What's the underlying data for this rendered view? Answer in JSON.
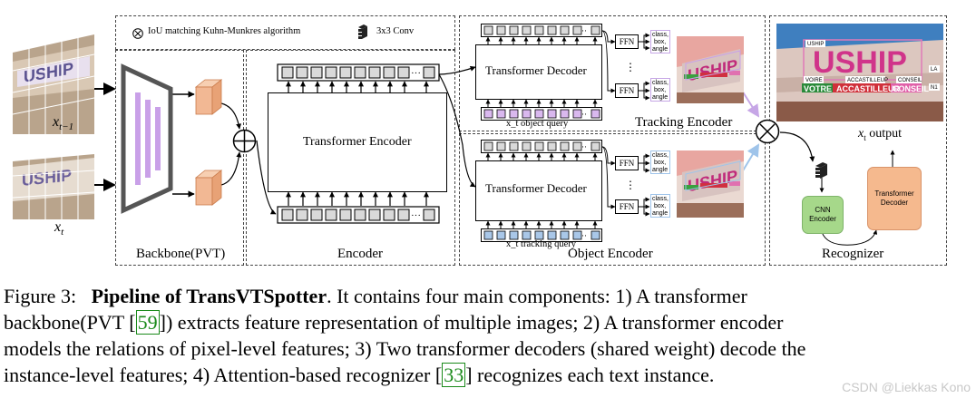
{
  "inputs": {
    "prev_frame_label": "x_{t-1}",
    "cur_frame_label": "x_t"
  },
  "legend": {
    "iou_text": "IoU matching Kuhn-Munkres algorithm",
    "conv_text": "3x3  Conv"
  },
  "sections": {
    "backbone": "Backbone(PVT)",
    "encoder": "Encoder",
    "object_encoder": "Object Encoder",
    "tracking_encoder": "Tracking Encoder",
    "recognizer": "Recognizer"
  },
  "blocks": {
    "transformer_encoder": "Transformer Encoder",
    "transformer_decoder_top": "Transformer Decoder",
    "transformer_decoder_bottom": "Transformer Decoder",
    "object_query": "x_t object query",
    "tracking_query": "x_t tracking query",
    "ffn": "FFN",
    "head_outputs": [
      "class,",
      "box,",
      "angle"
    ],
    "output_label": "output",
    "cnn_encoder": [
      "CNN",
      "Encoder"
    ],
    "transformer_decoder_rec": [
      "Transformer",
      "Decoder"
    ]
  },
  "scene_text": {
    "sign_main": "USHIP",
    "sign_words": [
      "VOTRE",
      "ACCASTILLEUR",
      "CONSEIL"
    ],
    "boxes": [
      "USHIP",
      "VOIRE",
      "ACCASTILLEUP",
      "CONSEIL",
      "LA",
      "N1"
    ]
  },
  "caption": {
    "figure": "Figure 3:",
    "title": "Pipeline of TransVTSpotter",
    "line1_rest": ". It contains four main components: 1) A transformer",
    "line2_a": "backbone(PVT [",
    "cite1": "59",
    "line2_b": "]) extracts feature representation of multiple images; 2) A transformer encoder",
    "line3": "models the relations of pixel-level features; 3) Two transformer decoders (shared weight) decode the",
    "line4_a": "instance-level features; 4) Attention-based recognizer [",
    "cite2": "33",
    "line4_b": "] recognizes each text instance."
  },
  "watermark": "CSDN @Liekkas Kono",
  "colors": {
    "purple": "#c9a0e8",
    "orange": "#f2b894",
    "cnn_green": "#a6d88a",
    "dec_orange": "#f5b98e",
    "query_purple": "#d9b8ee",
    "query_blue": "#a9c7e8",
    "sign_pink": "#e05aa0"
  }
}
